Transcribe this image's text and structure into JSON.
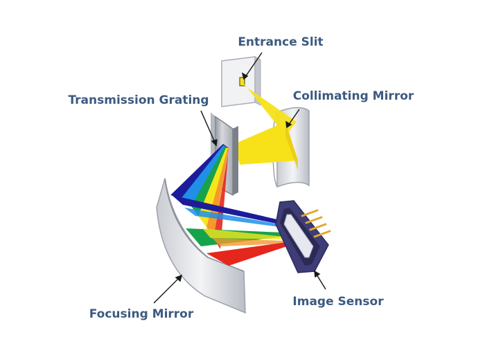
{
  "labels": {
    "entrance_slit": "Entrance Slit",
    "collimating_mirror": "Collimating Mirror",
    "transmission_grating": "Transmission Grating",
    "focusing_mirror": "Focusing Mirror",
    "image_sensor": "Image Sensor"
  },
  "colors": {
    "label_text": "#3d5a80",
    "leader_line": "#1a1a1a",
    "collimated_beam": "#f7e21a",
    "spectrum": [
      "#1c1c9a",
      "#1f8fe8",
      "#17a34a",
      "#f5e61c",
      "#f39a2a",
      "#e5261c"
    ],
    "mirror_face": "#e8e9ec",
    "mirror_edge": "#9ea2aa",
    "sensor_body": "#3f3d78",
    "sensor_pins": "#e0a832"
  }
}
